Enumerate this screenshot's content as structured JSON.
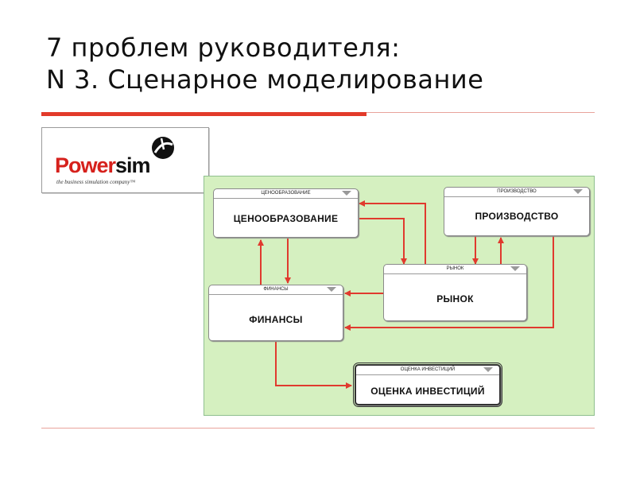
{
  "slide": {
    "title_line1": "7 проблем руководителя:",
    "title_line2": "N 3. Сценарное моделирование"
  },
  "logo": {
    "brand_red": "Power",
    "brand_black": "sim",
    "tagline": "the business simulation company™"
  },
  "diagram": {
    "nodes": {
      "pricing": {
        "header": "ЦЕНООБРАЗОВАНИЕ",
        "label": "ЦЕНООБРАЗОВАНИЕ"
      },
      "production": {
        "header": "ПРОИЗВОДСТВО",
        "label": "ПРОИЗВОДСТВО"
      },
      "market": {
        "header": "РЫНОК",
        "label": "РЫНОК"
      },
      "finance": {
        "header": "ФИНАНСЫ",
        "label": "ФИНАНСЫ"
      },
      "investment": {
        "header": "ОЦЕНКА ИНВЕСТИЦИЙ",
        "label": "ОЦЕНКА ИНВЕСТИЦИЙ"
      }
    }
  },
  "colors": {
    "accent_red": "#e23a2a",
    "arrow_red": "#e03a2e",
    "panel_green": "#d5f0c0"
  }
}
